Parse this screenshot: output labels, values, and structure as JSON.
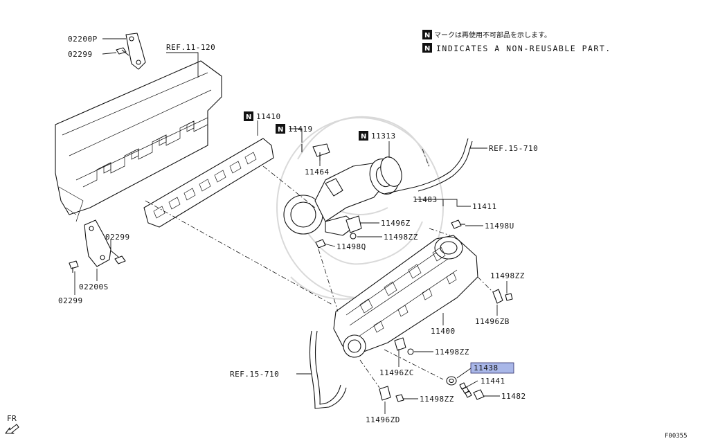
{
  "notes": {
    "jp_text": "マークは再使用不可部品を示します。",
    "en_text": "INDICATES A NON-REUSABLE PART.",
    "badge": "N"
  },
  "labels": {
    "p02200P": "02200P",
    "p02299_top": "02299",
    "ref11120": "REF.11-120",
    "p11410": "11410",
    "p11419": "11419",
    "p11464": "11464",
    "p11313": "11313",
    "ref15710_top": "REF.15-710",
    "p11483": "11483",
    "p11411": "11411",
    "p11496Z": "11496Z",
    "p11498ZZ_a": "11498ZZ",
    "p11498Q": "11498Q",
    "p11498U": "11498U",
    "p02299_mid": "02299",
    "p02200S": "02200S",
    "p02299_low": "02299",
    "p11498ZZ_b": "11498ZZ",
    "p11496ZB": "11496ZB",
    "p11400": "11400",
    "p11498ZZ_c": "11498ZZ",
    "p11438": "11438",
    "ref15710_low": "REF.15-710",
    "p11496ZC": "11496ZC",
    "p11441": "11441",
    "p11482": "11482",
    "p11498ZZ_d": "11498ZZ",
    "p11496ZD": "11496ZD",
    "fr": "FR",
    "fig_code": "F00355"
  },
  "highlight": {
    "part": "11438",
    "color": "#a9b7e8"
  }
}
